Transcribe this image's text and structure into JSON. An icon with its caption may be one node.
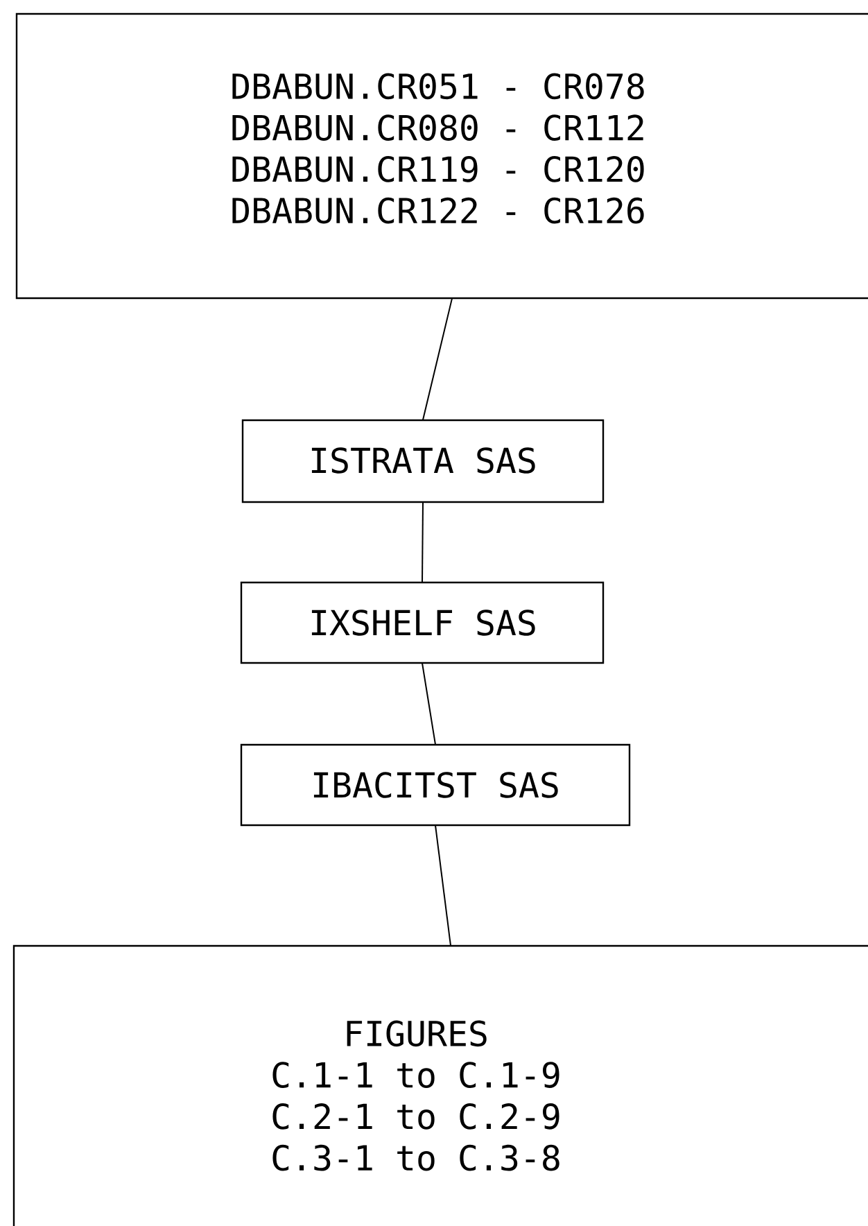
{
  "diagram": {
    "nodes": [
      {
        "text": [
          "DBABUN.CR051 - CR078",
          "DBABUN.CR080 - CR112",
          "DBABUN.CR119 - CR120",
          "DBABUN.CR122 - CR126"
        ]
      },
      {
        "text": [
          "ISTRATA SAS"
        ]
      },
      {
        "text": [
          "IXSHELF SAS"
        ]
      },
      {
        "text": [
          "IBACITST SAS"
        ]
      },
      {
        "text": [
          "FIGURES",
          "C.1-1 to C.1-9",
          "C.2-1 to C.2-9",
          "C.3-1 to C.3-8"
        ]
      }
    ],
    "edges": [
      {
        "from": 0,
        "to": 1,
        "arrow": "none"
      },
      {
        "from": 1,
        "to": 2,
        "arrow": "none"
      },
      {
        "from": 2,
        "to": 3,
        "arrow": "none"
      },
      {
        "from": 3,
        "to": 4,
        "arrow": "none"
      }
    ]
  }
}
